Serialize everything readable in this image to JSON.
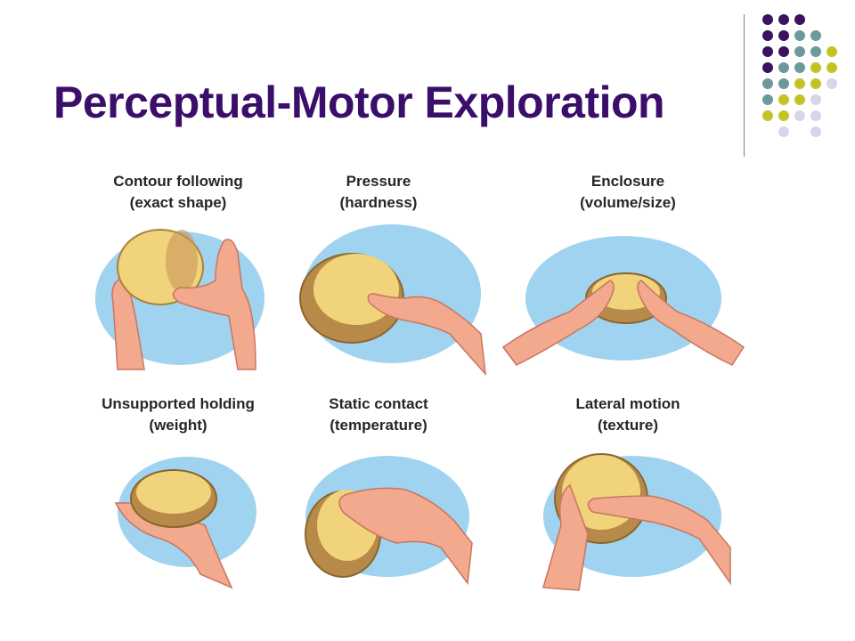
{
  "slide": {
    "title": "Perceptual-Motor Exploration"
  },
  "theme": {
    "title_color": "#3b0e6b",
    "dot_colors": [
      "#3b1260",
      "#6c9a9b",
      "#c2c426",
      "#d6d6ea"
    ],
    "sponge_color": "#f0d37a",
    "skin_color": "#f2a98d",
    "backdrop_color": "#8ecbed"
  },
  "panels": [
    {
      "line1": "Contour following",
      "line2": "(exact shape)",
      "icon": "hands-contour-sponge-icon"
    },
    {
      "line1": "Pressure",
      "line2": "(hardness)",
      "icon": "hand-press-sponge-icon"
    },
    {
      "line1": "Enclosure",
      "line2": "(volume/size)",
      "icon": "hands-enclose-sponge-icon"
    },
    {
      "line1": "Unsupported holding",
      "line2": "(weight)",
      "icon": "hand-hold-sponge-icon"
    },
    {
      "line1": "Static contact",
      "line2": "(temperature)",
      "icon": "hand-rest-sponge-icon"
    },
    {
      "line1": "Lateral motion",
      "line2": "(texture)",
      "icon": "hand-rub-sponge-icon"
    }
  ]
}
